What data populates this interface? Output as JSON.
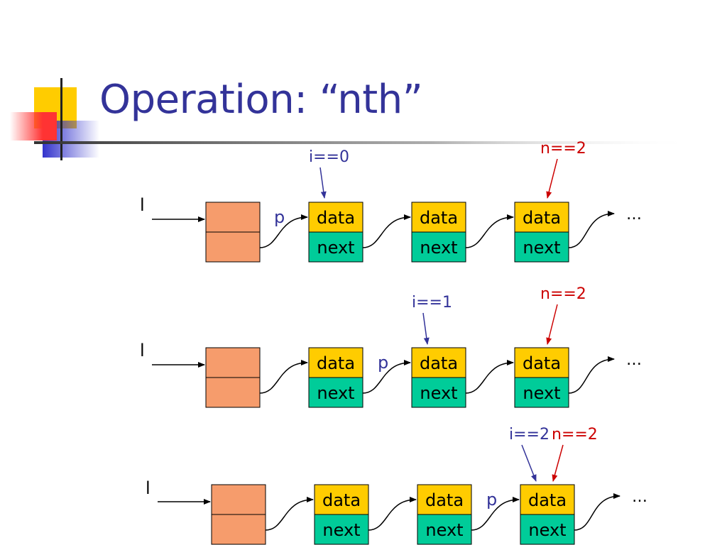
{
  "slide": {
    "title": "Operation: “nth”"
  },
  "colors": {
    "title": "#333399",
    "index_label": "#333399",
    "n_label": "#cc0000",
    "header_cell": "#f69c6c",
    "data_cell": "#ffcc00",
    "next_cell": "#00cc99",
    "deco_yellow": "#ffcc00",
    "deco_blue": "#3333cc",
    "deco_red": "#ff3333"
  },
  "node_labels": {
    "data": "data",
    "next": "next"
  },
  "rows": [
    {
      "list_label": "l",
      "pointer_label": "p",
      "pointer_before_node": 0,
      "index_label": "i==0",
      "index_node": 0,
      "n_label": "n==2",
      "n_node": 2,
      "continuation": "…"
    },
    {
      "list_label": "l",
      "pointer_label": "p",
      "pointer_before_node": 1,
      "index_label": "i==1",
      "index_node": 1,
      "n_label": "n==2",
      "n_node": 2,
      "continuation": "…"
    },
    {
      "list_label": "l",
      "pointer_label": "p",
      "pointer_before_node": 2,
      "index_label": "i==2",
      "index_node": 2,
      "n_label": "n==2",
      "n_node": 2,
      "continuation": "…"
    }
  ]
}
